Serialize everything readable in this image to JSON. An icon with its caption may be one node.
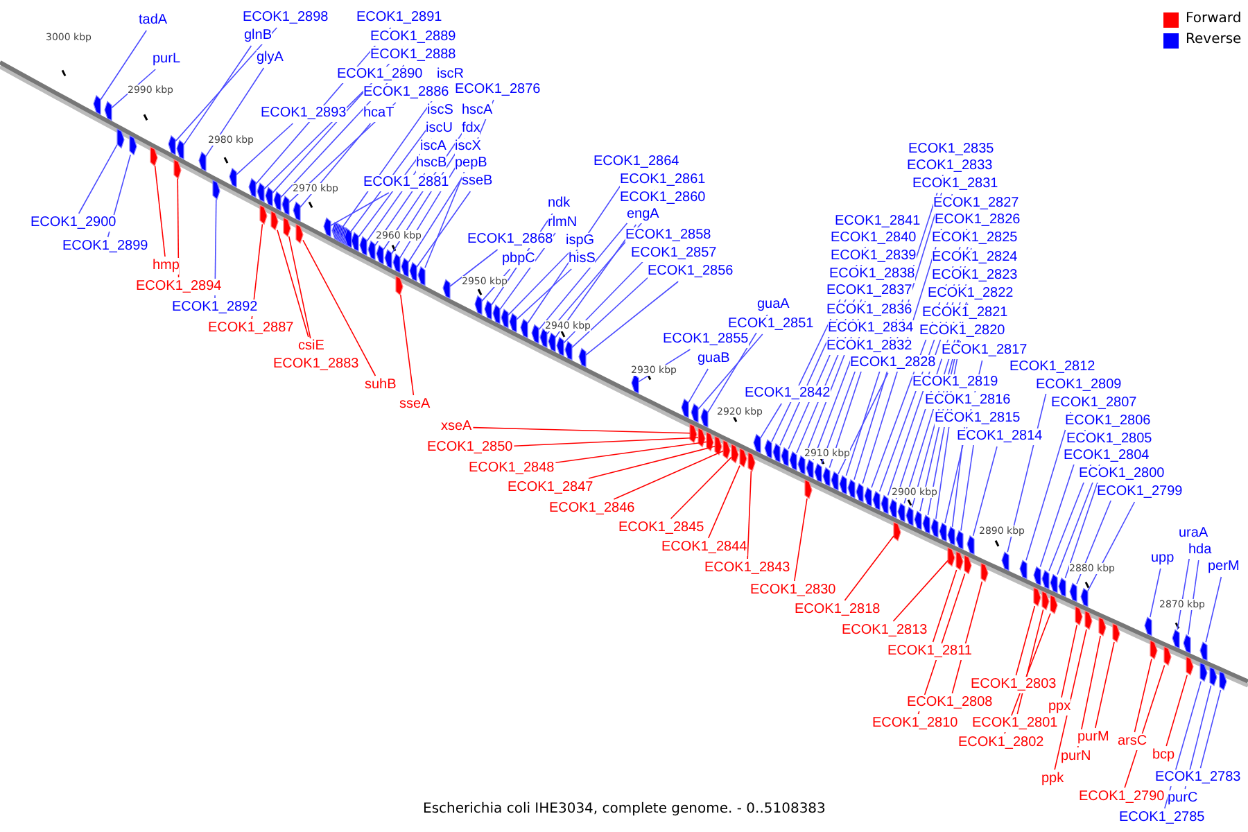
{
  "diagram": {
    "caption": "Escherichia coli IHE3034, complete genome. - 0..5108383",
    "nodes": [
      {
        "text": [
          "tadA"
        ]
      },
      {
        "text": [
          "purL"
        ]
      },
      {
        "text": [
          "ECOK1_2898"
        ]
      },
      {
        "text": [
          "glnB"
        ]
      },
      {
        "text": [
          "glyA"
        ]
      },
      {
        "text": [
          "ECOK1_2891"
        ]
      },
      {
        "text": [
          "ECOK1_2889"
        ]
      },
      {
        "text": [
          "ECOK1_2888"
        ]
      },
      {
        "text": [
          "ECOK1_2890"
        ]
      },
      {
        "text": [
          "iscR"
        ]
      },
      {
        "text": [
          "ECOK1_2886"
        ]
      },
      {
        "text": [
          "ECOK1_2876"
        ]
      },
      {
        "text": [
          "ECOK1_2893"
        ]
      },
      {
        "text": [
          "hcaT"
        ]
      },
      {
        "text": [
          "iscS"
        ]
      },
      {
        "text": [
          "hscA"
        ]
      },
      {
        "text": [
          "iscU"
        ]
      },
      {
        "text": [
          "fdx"
        ]
      },
      {
        "text": [
          "iscA"
        ]
      },
      {
        "text": [
          "iscX"
        ]
      },
      {
        "text": [
          "hscB"
        ]
      },
      {
        "text": [
          "pepB"
        ]
      },
      {
        "text": [
          "ECOK1_2881"
        ]
      },
      {
        "text": [
          "sseB"
        ]
      },
      {
        "text": [
          "ECOK1_2900"
        ]
      },
      {
        "text": [
          "ECOK1_2899"
        ]
      },
      {
        "text": [
          "hmp"
        ]
      },
      {
        "text": [
          "ECOK1_2894"
        ]
      },
      {
        "text": [
          "ECOK1_2892"
        ]
      },
      {
        "text": [
          "ECOK1_2887"
        ]
      },
      {
        "text": [
          "csiE"
        ]
      },
      {
        "text": [
          "ECOK1_2883"
        ]
      },
      {
        "text": [
          "suhB"
        ]
      },
      {
        "text": [
          "sseA"
        ]
      },
      {
        "text": [
          "ECOK1_2864"
        ]
      },
      {
        "text": [
          "ECOK1_2861"
        ]
      },
      {
        "text": [
          "ndk"
        ]
      },
      {
        "text": [
          "ECOK1_2860"
        ]
      },
      {
        "text": [
          "engA"
        ]
      },
      {
        "text": [
          "rlmN"
        ]
      },
      {
        "text": [
          "ECOK1_2858"
        ]
      },
      {
        "text": [
          "ECOK1_2868"
        ]
      },
      {
        "text": [
          "ispG"
        ]
      },
      {
        "text": [
          "ECOK1_2857"
        ]
      },
      {
        "text": [
          "pbpC"
        ]
      },
      {
        "text": [
          "hisS"
        ]
      },
      {
        "text": [
          "ECOK1_2856"
        ]
      },
      {
        "text": [
          "ECOK1_2835"
        ]
      },
      {
        "text": [
          "ECOK1_2833"
        ]
      },
      {
        "text": [
          "ECOK1_2831"
        ]
      },
      {
        "text": [
          "ECOK1_2827"
        ]
      },
      {
        "text": [
          "ECOK1_2826"
        ]
      },
      {
        "text": [
          "ECOK1_2841"
        ]
      },
      {
        "text": [
          "ECOK1_2840"
        ]
      },
      {
        "text": [
          "ECOK1_2825"
        ]
      },
      {
        "text": [
          "ECOK1_2839"
        ]
      },
      {
        "text": [
          "ECOK1_2824"
        ]
      },
      {
        "text": [
          "ECOK1_2838"
        ]
      },
      {
        "text": [
          "ECOK1_2823"
        ]
      },
      {
        "text": [
          "ECOK1_2837"
        ]
      },
      {
        "text": [
          "ECOK1_2822"
        ]
      },
      {
        "text": [
          "guaA"
        ]
      },
      {
        "text": [
          "ECOK1_2836"
        ]
      },
      {
        "text": [
          "ECOK1_2821"
        ]
      },
      {
        "text": [
          "ECOK1_2851"
        ]
      },
      {
        "text": [
          "ECOK1_2834"
        ]
      },
      {
        "text": [
          "ECOK1_2820"
        ]
      },
      {
        "text": [
          "ECOK1_2855"
        ]
      },
      {
        "text": [
          "ECOK1_2832"
        ]
      },
      {
        "text": [
          "ECOK1_2817"
        ]
      },
      {
        "text": [
          "guaB"
        ]
      },
      {
        "text": [
          "ECOK1_2828"
        ]
      },
      {
        "text": [
          "ECOK1_2812"
        ]
      },
      {
        "text": [
          "ECOK1_2819"
        ]
      },
      {
        "text": [
          "ECOK1_2809"
        ]
      },
      {
        "text": [
          "ECOK1_2842"
        ]
      },
      {
        "text": [
          "ECOK1_2816"
        ]
      },
      {
        "text": [
          "ECOK1_2807"
        ]
      },
      {
        "text": [
          "ECOK1_2815"
        ]
      },
      {
        "text": [
          "ECOK1_2806"
        ]
      },
      {
        "text": [
          "xseA"
        ]
      },
      {
        "text": [
          "ECOK1_2814"
        ]
      },
      {
        "text": [
          "ECOK1_2805"
        ]
      },
      {
        "text": [
          "ECOK1_2850"
        ]
      },
      {
        "text": [
          "ECOK1_2804"
        ]
      },
      {
        "text": [
          "ECOK1_2848"
        ]
      },
      {
        "text": [
          "ECOK1_2800"
        ]
      },
      {
        "text": [
          "ECOK1_2847"
        ]
      },
      {
        "text": [
          "ECOK1_2799"
        ]
      },
      {
        "text": [
          "ECOK1_2846"
        ]
      },
      {
        "text": [
          "ECOK1_2845"
        ]
      },
      {
        "text": [
          "uraA"
        ]
      },
      {
        "text": [
          "ECOK1_2844"
        ]
      },
      {
        "text": [
          "hda"
        ]
      },
      {
        "text": [
          "upp"
        ]
      },
      {
        "text": [
          "perM"
        ]
      },
      {
        "text": [
          "ECOK1_2843"
        ]
      },
      {
        "text": [
          "ECOK1_2830"
        ]
      },
      {
        "text": [
          "ECOK1_2818"
        ]
      },
      {
        "text": [
          "ECOK1_2813"
        ]
      },
      {
        "text": [
          "ECOK1_2811"
        ]
      },
      {
        "text": [
          "ECOK1_2803"
        ]
      },
      {
        "text": [
          "ECOK1_2808"
        ]
      },
      {
        "text": [
          "ppx"
        ]
      },
      {
        "text": [
          "ECOK1_2801"
        ]
      },
      {
        "text": [
          "ECOK1_2810"
        ]
      },
      {
        "text": [
          "purM"
        ]
      },
      {
        "text": [
          "arsC"
        ]
      },
      {
        "text": [
          "ECOK1_2802"
        ]
      },
      {
        "text": [
          "purN"
        ]
      },
      {
        "text": [
          "bcp"
        ]
      },
      {
        "text": [
          "ECOK1_2783"
        ]
      },
      {
        "text": [
          "ppk"
        ]
      },
      {
        "text": [
          "ECOK1_2790"
        ]
      },
      {
        "text": [
          "purC"
        ]
      },
      {
        "text": [
          "ECOK1_2785"
        ]
      },
      {
        "text": [],
        "shape": "box"
      },
      {
        "text": [],
        "shape": "box"
      },
      {
        "text": [],
        "shape": "box"
      },
      {
        "text": [],
        "shape": "box"
      },
      {
        "text": [],
        "shape": "box"
      },
      {
        "text": [],
        "shape": "box"
      },
      {
        "text": [],
        "shape": "box"
      },
      {
        "text": [],
        "shape": "box"
      },
      {
        "text": [],
        "shape": "box"
      },
      {
        "text": [],
        "shape": "box"
      },
      {
        "text": [],
        "shape": "box"
      },
      {
        "text": [],
        "shape": "box"
      },
      {
        "text": [],
        "shape": "box"
      },
      {
        "text": [],
        "shape": "box"
      },
      {
        "text": [],
        "shape": "box"
      },
      {
        "text": [],
        "shape": "box"
      },
      {
        "text": [],
        "shape": "box"
      },
      {
        "text": [],
        "shape": "box"
      },
      {
        "text": [],
        "shape": "box"
      },
      {
        "text": [],
        "shape": "box"
      },
      {
        "text": [],
        "shape": "box"
      },
      {
        "text": [],
        "shape": "box"
      },
      {
        "text": [],
        "shape": "box"
      },
      {
        "text": [],
        "shape": "box"
      },
      {
        "text": [],
        "shape": "box"
      },
      {
        "text": [],
        "shape": "box"
      },
      {
        "text": [],
        "shape": "box"
      },
      {
        "text": [],
        "shape": "box"
      },
      {
        "text": [],
        "shape": "box"
      },
      {
        "text": [],
        "shape": "box"
      },
      {
        "text": [],
        "shape": "box"
      },
      {
        "text": [],
        "shape": "box"
      },
      {
        "text": [],
        "shape": "box"
      },
      {
        "text": [],
        "shape": "box"
      },
      {
        "text": [],
        "shape": "box"
      },
      {
        "text": [],
        "shape": "box"
      },
      {
        "text": [],
        "shape": "box"
      },
      {
        "text": [],
        "shape": "box"
      },
      {
        "text": [],
        "shape": "box"
      },
      {
        "text": [],
        "shape": "box"
      },
      {
        "text": [],
        "shape": "box"
      },
      {
        "text": [],
        "shape": "box"
      },
      {
        "text": [],
        "shape": "box"
      },
      {
        "text": [],
        "shape": "box"
      },
      {
        "text": [],
        "shape": "box"
      },
      {
        "text": [],
        "shape": "box"
      },
      {
        "text": [],
        "shape": "box"
      },
      {
        "text": [],
        "shape": "box"
      },
      {
        "text": [],
        "shape": "box"
      },
      {
        "text": [],
        "shape": "box"
      },
      {
        "text": [],
        "shape": "box"
      },
      {
        "text": [],
        "shape": "box"
      },
      {
        "text": [],
        "shape": "box"
      },
      {
        "text": [],
        "shape": "box"
      },
      {
        "text": [],
        "shape": "box"
      },
      {
        "text": [],
        "shape": "box"
      },
      {
        "text": [],
        "shape": "box"
      },
      {
        "text": [],
        "shape": "box"
      },
      {
        "text": [],
        "shape": "box"
      },
      {
        "text": [],
        "shape": "box"
      },
      {
        "text": [],
        "shape": "box"
      },
      {
        "text": [],
        "shape": "box"
      },
      {
        "text": [],
        "shape": "box"
      },
      {
        "text": [],
        "shape": "box"
      },
      {
        "text": [],
        "shape": "box"
      },
      {
        "text": [],
        "shape": "box"
      },
      {
        "text": [],
        "shape": "box"
      },
      {
        "text": [],
        "shape": "box"
      },
      {
        "text": [],
        "shape": "box"
      },
      {
        "text": [],
        "shape": "box"
      },
      {
        "text": [],
        "shape": "box"
      },
      {
        "text": [],
        "shape": "box"
      },
      {
        "text": [],
        "shape": "box"
      },
      {
        "text": [],
        "shape": "box"
      },
      {
        "text": [],
        "shape": "box"
      },
      {
        "text": [],
        "shape": "box"
      },
      {
        "text": [],
        "shape": "box"
      },
      {
        "text": [],
        "shape": "box"
      },
      {
        "text": [],
        "shape": "box"
      },
      {
        "text": [],
        "shape": "box"
      },
      {
        "text": [],
        "shape": "box"
      },
      {
        "text": [],
        "shape": "box"
      },
      {
        "text": [],
        "shape": "box"
      },
      {
        "text": [],
        "shape": "box"
      },
      {
        "text": [],
        "shape": "box"
      },
      {
        "text": [],
        "shape": "box"
      },
      {
        "text": [],
        "shape": "box"
      },
      {
        "text": [],
        "shape": "box"
      },
      {
        "text": [],
        "shape": "box"
      },
      {
        "text": [],
        "shape": "box"
      },
      {
        "text": [],
        "shape": "box"
      },
      {
        "text": [],
        "shape": "box"
      },
      {
        "text": [],
        "shape": "box"
      },
      {
        "text": [],
        "shape": "box"
      },
      {
        "text": [],
        "shape": "box"
      },
      {
        "text": [],
        "shape": "box"
      },
      {
        "text": [],
        "shape": "box"
      },
      {
        "text": [],
        "shape": "box"
      },
      {
        "text": [],
        "shape": "box"
      },
      {
        "text": [],
        "shape": "box"
      },
      {
        "text": [],
        "shape": "box"
      },
      {
        "text": [],
        "shape": "box"
      },
      {
        "text": [],
        "shape": "box"
      },
      {
        "text": [],
        "shape": "box"
      },
      {
        "text": [],
        "shape": "box"
      },
      {
        "text": [],
        "shape": "box"
      },
      {
        "text": [],
        "shape": "box"
      },
      {
        "text": [],
        "shape": "box"
      },
      {
        "text": [],
        "shape": "box"
      },
      {
        "text": [],
        "shape": "box"
      },
      {
        "text": [],
        "shape": "box"
      },
      {
        "text": [],
        "shape": "box"
      },
      {
        "text": [],
        "shape": "box"
      },
      {
        "text": [],
        "shape": "box"
      },
      {
        "text": [],
        "shape": "box"
      },
      {
        "text": [],
        "shape": "box"
      },
      {
        "text": [],
        "shape": "box"
      },
      {
        "text": [],
        "shape": "box"
      },
      {
        "text": [],
        "shape": "box"
      },
      {
        "text": [],
        "shape": "box"
      },
      {
        "text": [],
        "shape": "box"
      },
      {
        "text": [],
        "shape": "box"
      },
      {
        "text": [],
        "shape": "box"
      },
      {
        "text": [],
        "shape": "box"
      },
      {
        "text": [],
        "shape": "box"
      },
      {
        "text": [],
        "shape": "box"
      }
    ],
    "edges": [
      {
        "from": 0,
        "to": 116,
        "arrow": "none"
      },
      {
        "from": 1,
        "to": 117,
        "arrow": "none"
      },
      {
        "from": 2,
        "to": 118,
        "arrow": "none"
      },
      {
        "from": 3,
        "to": 119,
        "arrow": "none"
      },
      {
        "from": 4,
        "to": 120,
        "arrow": "none"
      },
      {
        "from": 5,
        "to": 121,
        "arrow": "none"
      },
      {
        "from": 6,
        "to": 122,
        "arrow": "none"
      },
      {
        "from": 7,
        "to": 123,
        "arrow": "none"
      },
      {
        "from": 8,
        "to": 124,
        "arrow": "none"
      },
      {
        "from": 9,
        "to": 125,
        "arrow": "none"
      },
      {
        "from": 10,
        "to": 126,
        "arrow": "none"
      },
      {
        "from": 11,
        "to": 127,
        "arrow": "none"
      },
      {
        "from": 12,
        "to": 128,
        "arrow": "none"
      },
      {
        "from": 13,
        "to": 129,
        "arrow": "none"
      },
      {
        "from": 14,
        "to": 130,
        "arrow": "none"
      },
      {
        "from": 15,
        "to": 131,
        "arrow": "none"
      },
      {
        "from": 16,
        "to": 132,
        "arrow": "none"
      },
      {
        "from": 17,
        "to": 133,
        "arrow": "none"
      },
      {
        "from": 18,
        "to": 134,
        "arrow": "none"
      },
      {
        "from": 19,
        "to": 135,
        "arrow": "none"
      },
      {
        "from": 20,
        "to": 136,
        "arrow": "none"
      },
      {
        "from": 21,
        "to": 137,
        "arrow": "none"
      },
      {
        "from": 22,
        "to": 138,
        "arrow": "none"
      },
      {
        "from": 23,
        "to": 139,
        "arrow": "none"
      },
      {
        "from": 24,
        "to": 140,
        "arrow": "none"
      },
      {
        "from": 25,
        "to": 141,
        "arrow": "none"
      },
      {
        "from": 26,
        "to": 142,
        "arrow": "none",
        "color": "#ff0000"
      },
      {
        "from": 27,
        "to": 143,
        "arrow": "none",
        "color": "#ff0000"
      },
      {
        "from": 28,
        "to": 144,
        "arrow": "none"
      },
      {
        "from": 29,
        "to": 145,
        "arrow": "none",
        "color": "#ff0000"
      },
      {
        "from": 30,
        "to": 146,
        "arrow": "none",
        "color": "#ff0000"
      },
      {
        "from": 31,
        "to": 147,
        "arrow": "none",
        "color": "#ff0000"
      },
      {
        "from": 32,
        "to": 148,
        "arrow": "none",
        "color": "#ff0000"
      },
      {
        "from": 33,
        "to": 149,
        "arrow": "none",
        "color": "#ff0000"
      },
      {
        "from": 34,
        "to": 150,
        "arrow": "none"
      },
      {
        "from": 35,
        "to": 151,
        "arrow": "none"
      },
      {
        "from": 36,
        "to": 152,
        "arrow": "none"
      },
      {
        "from": 37,
        "to": 153,
        "arrow": "none"
      },
      {
        "from": 38,
        "to": 154,
        "arrow": "none"
      },
      {
        "from": 39,
        "to": 155,
        "arrow": "none"
      },
      {
        "from": 40,
        "to": 156,
        "arrow": "none"
      },
      {
        "from": 41,
        "to": 157,
        "arrow": "none"
      },
      {
        "from": 42,
        "to": 158,
        "arrow": "none"
      },
      {
        "from": 43,
        "to": 159,
        "arrow": "none"
      },
      {
        "from": 44,
        "to": 160,
        "arrow": "none"
      },
      {
        "from": 45,
        "to": 161,
        "arrow": "none"
      },
      {
        "from": 46,
        "to": 162,
        "arrow": "none"
      },
      {
        "from": 47,
        "to": 163,
        "arrow": "none"
      },
      {
        "from": 48,
        "to": 164,
        "arrow": "none"
      },
      {
        "from": 49,
        "to": 165,
        "arrow": "none"
      },
      {
        "from": 50,
        "to": 166,
        "arrow": "none"
      },
      {
        "from": 51,
        "to": 167,
        "arrow": "none"
      },
      {
        "from": 52,
        "to": 168,
        "arrow": "none"
      },
      {
        "from": 53,
        "to": 169,
        "arrow": "none"
      },
      {
        "from": 54,
        "to": 170,
        "arrow": "none"
      },
      {
        "from": 55,
        "to": 171,
        "arrow": "none"
      },
      {
        "from": 56,
        "to": 172,
        "arrow": "none"
      },
      {
        "from": 57,
        "to": 173,
        "arrow": "none"
      },
      {
        "from": 58,
        "to": 174,
        "arrow": "none"
      },
      {
        "from": 59,
        "to": 175,
        "arrow": "none"
      },
      {
        "from": 60,
        "to": 176,
        "arrow": "none"
      },
      {
        "from": 61,
        "to": 177,
        "arrow": "none"
      },
      {
        "from": 62,
        "to": 178,
        "arrow": "none"
      },
      {
        "from": 63,
        "to": 179,
        "arrow": "none"
      },
      {
        "from": 64,
        "to": 180,
        "arrow": "none"
      },
      {
        "from": 65,
        "to": 181,
        "arrow": "none"
      },
      {
        "from": 66,
        "to": 182,
        "arrow": "none"
      },
      {
        "from": 67,
        "to": 183,
        "arrow": "none"
      },
      {
        "from": 68,
        "to": 184,
        "arrow": "none"
      },
      {
        "from": 69,
        "to": 185,
        "arrow": "none"
      },
      {
        "from": 70,
        "to": 186,
        "arrow": "none"
      },
      {
        "from": 71,
        "to": 187,
        "arrow": "none"
      },
      {
        "from": 72,
        "to": 188,
        "arrow": "none"
      },
      {
        "from": 73,
        "to": 189,
        "arrow": "none"
      },
      {
        "from": 74,
        "to": 190,
        "arrow": "none"
      },
      {
        "from": 75,
        "to": 191,
        "arrow": "none"
      },
      {
        "from": 76,
        "to": 192,
        "arrow": "none"
      },
      {
        "from": 77,
        "to": 193,
        "arrow": "none"
      },
      {
        "from": 78,
        "to": 194,
        "arrow": "none"
      },
      {
        "from": 79,
        "to": 195,
        "arrow": "none"
      },
      {
        "from": 80,
        "to": 196,
        "arrow": "none",
        "color": "#ff0000"
      },
      {
        "from": 81,
        "to": 197,
        "arrow": "none"
      },
      {
        "from": 82,
        "to": 198,
        "arrow": "none"
      },
      {
        "from": 83,
        "to": 199,
        "arrow": "none",
        "color": "#ff0000"
      },
      {
        "from": 84,
        "to": 200,
        "arrow": "none"
      },
      {
        "from": 85,
        "to": 201,
        "arrow": "none",
        "color": "#ff0000"
      },
      {
        "from": 86,
        "to": 202,
        "arrow": "none"
      },
      {
        "from": 87,
        "to": 203,
        "arrow": "none",
        "color": "#ff0000"
      },
      {
        "from": 88,
        "to": 204,
        "arrow": "none"
      },
      {
        "from": 89,
        "to": 205,
        "arrow": "none",
        "color": "#ff0000"
      },
      {
        "from": 90,
        "to": 206,
        "arrow": "none",
        "color": "#ff0000"
      },
      {
        "from": 91,
        "to": 207,
        "arrow": "none"
      },
      {
        "from": 92,
        "to": 208,
        "arrow": "none",
        "color": "#ff0000"
      },
      {
        "from": 93,
        "to": 209,
        "arrow": "none"
      },
      {
        "from": 94,
        "to": 210,
        "arrow": "none"
      },
      {
        "from": 95,
        "to": 211,
        "arrow": "none"
      },
      {
        "from": 96,
        "to": 212,
        "arrow": "none",
        "color": "#ff0000"
      },
      {
        "from": 97,
        "to": 213,
        "arrow": "none",
        "color": "#ff0000"
      },
      {
        "from": 98,
        "to": 214,
        "arrow": "none",
        "color": "#ff0000"
      },
      {
        "from": 99,
        "to": 215,
        "arrow": "none",
        "color": "#ff0000"
      },
      {
        "from": 100,
        "to": 216,
        "arrow": "none",
        "color": "#ff0000"
      },
      {
        "from": 101,
        "to": 217,
        "arrow": "none",
        "color": "#ff0000"
      },
      {
        "from": 102,
        "to": 218,
        "arrow": "none",
        "color": "#ff0000"
      },
      {
        "from": 103,
        "to": 219,
        "arrow": "none",
        "color": "#ff0000"
      },
      {
        "from": 104,
        "to": 220,
        "arrow": "none",
        "color": "#ff0000"
      },
      {
        "from": 105,
        "to": 221,
        "arrow": "none",
        "color": "#ff0000"
      },
      {
        "from": 106,
        "to": 222,
        "arrow": "none",
        "color": "#ff0000"
      },
      {
        "from": 107,
        "to": 223,
        "arrow": "none",
        "color": "#ff0000"
      },
      {
        "from": 108,
        "to": 224,
        "arrow": "none",
        "color": "#ff0000"
      },
      {
        "from": 109,
        "to": 225,
        "arrow": "none",
        "color": "#ff0000"
      },
      {
        "from": 110,
        "to": 226,
        "arrow": "none",
        "color": "#ff0000"
      },
      {
        "from": 111,
        "to": 227,
        "arrow": "none"
      },
      {
        "from": 112,
        "to": 228,
        "arrow": "none",
        "color": "#ff0000"
      },
      {
        "from": 113,
        "to": 229,
        "arrow": "none",
        "color": "#ff0000"
      },
      {
        "from": 114,
        "to": 230,
        "arrow": "none"
      },
      {
        "from": 115,
        "to": 231,
        "arrow": "none"
      }
    ],
    "labels": [
      "3000 kbp",
      "2990 kbp",
      "2980 kbp",
      "2970 kbp",
      "2960 kbp",
      "2950 kbp",
      "2940 kbp",
      "2930 kbp",
      "2920 kbp",
      "2910 kbp",
      "2900 kbp",
      "2890 kbp",
      "2880 kbp",
      "2870 kbp"
    ],
    "legend": [
      {
        "text": "Forward",
        "color": "#ff0000"
      },
      {
        "text": "Reverse",
        "color": "#0000ff"
      }
    ]
  }
}
